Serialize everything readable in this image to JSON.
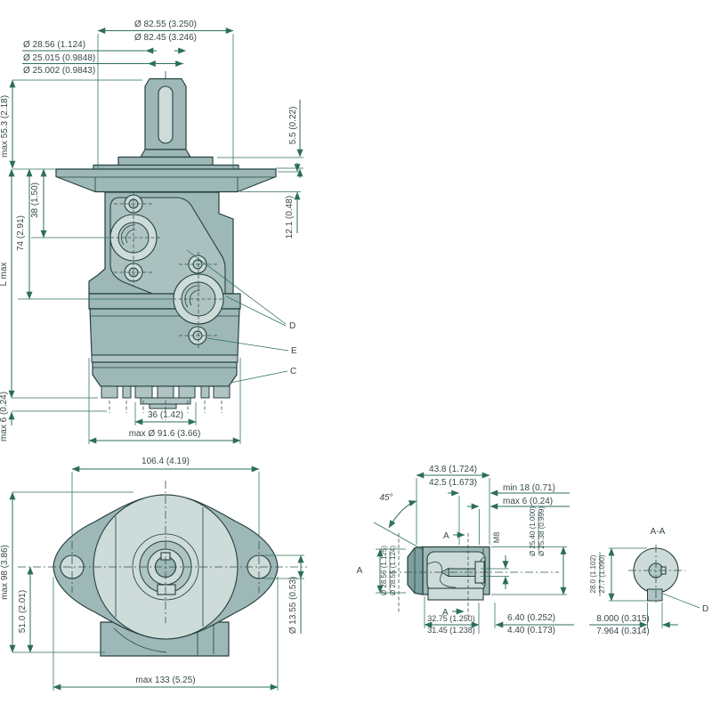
{
  "colors": {
    "body": "#9db8b7",
    "body_dark": "#7d9f9e",
    "body_light": "#cddbd9",
    "outline": "#24403f",
    "dimension": "#2c6e5e",
    "text": "#37494a"
  },
  "front_view": {
    "dims": {
      "dia82a": "Ø 82.55 (3.250)",
      "dia82b": "Ø 82.45 (3.246)",
      "dia2856": "Ø 28.56 (1.124)",
      "dia25015": "Ø 25.015 (0.9848)",
      "dia25002": "Ø 25.002 (0.9843)",
      "max553": "max 55.3 (2.18)",
      "h55": "5.5 (0.22)",
      "h121": "12.1 (0.48)",
      "h38": "38 (1.50)",
      "h74": "74 (2.91)",
      "lmax": "L max",
      "max6": "max 6 (0.24)",
      "w36": "36 (1.42)",
      "dia916": "max Ø 91.6 (3.66)",
      "calloutD": "D",
      "calloutE": "E",
      "calloutC": "C"
    }
  },
  "face_view": {
    "dims": {
      "w1064": "106.4 (4.19)",
      "max98": "max 98 (3.86)",
      "h51": "51.0 (2.01)",
      "dia1355": "Ø 13.55 (0.53)",
      "max133": "max 133 (5.25)"
    }
  },
  "side_view": {
    "dims": {
      "d438": "43.8 (1.724)",
      "d425": "42.5 (1.673)",
      "min18": "min 18 (0.71)",
      "max6": "max 6 (0.24)",
      "angle45": "45°",
      "labelA": "A",
      "m8": "M8",
      "dia2540": "Ø 25.40 (1.000)",
      "dia2538": "Ø 25.38 (0.999)",
      "dia2856": "Ø 28.56 (1.125)",
      "dia2855": "Ø 28.55 (1.124)",
      "w3275": "32.75 (1.250)",
      "w3145": "31.45 (1.238)",
      "w640": "6.40 (0.252)",
      "w440": "4.40 (0.173)"
    }
  },
  "section_view": {
    "title": "A-A",
    "dims": {
      "h280": "28.0 (1.102)",
      "h277": "27.7 (1.090)",
      "w8000": "8.000 (0.315)",
      "w7964": "7.964 (0.314)",
      "calloutD": "D"
    }
  }
}
